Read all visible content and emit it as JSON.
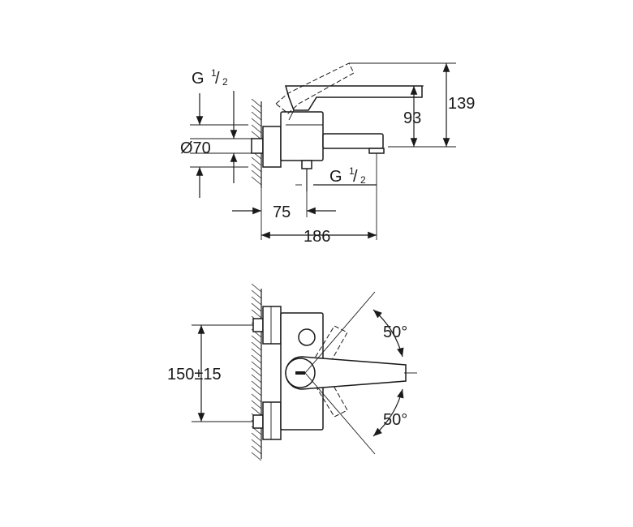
{
  "side_view": {
    "dims": {
      "g_inlet_top": {
        "prefix": "G ",
        "num": "1",
        "den": "2"
      },
      "diameter": "Ø70",
      "spout_depth": "75",
      "total_depth": "186",
      "g_outlet": {
        "prefix": "G ",
        "num": "1",
        "den": "2"
      },
      "spout_height": "93",
      "total_height": "139"
    }
  },
  "front_view": {
    "dims": {
      "center_distance": "150±15",
      "angle_up": "50°",
      "angle_down": "50°"
    }
  }
}
